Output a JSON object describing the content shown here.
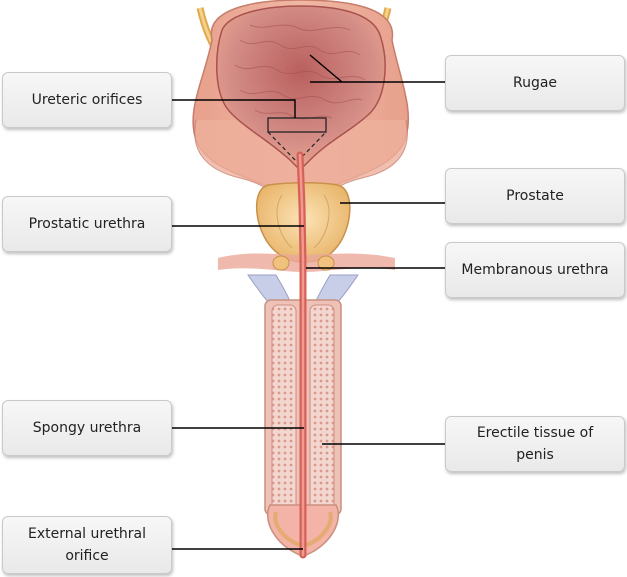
{
  "labels": {
    "ureteric_orifices": "Ureteric orifices",
    "prostatic_urethra": "Prostatic urethra",
    "spongy_urethra": "Spongy urethra",
    "external_urethral_orifice": "External urethral orifice",
    "rugae": "Rugae",
    "prostate": "Prostate",
    "membranous_urethra": "Membranous urethra",
    "erectile_tissue": "Erectile tissue of penis"
  },
  "colors": {
    "bladder_wall": "#e8a48f",
    "bladder_inner": "#c97a78",
    "prostate": "#f1c27d",
    "urethra": "#d9675d",
    "spongy_tissue": "#f0c9c2",
    "glans": "#f3b3a6",
    "ligament": "#c8cde8"
  }
}
